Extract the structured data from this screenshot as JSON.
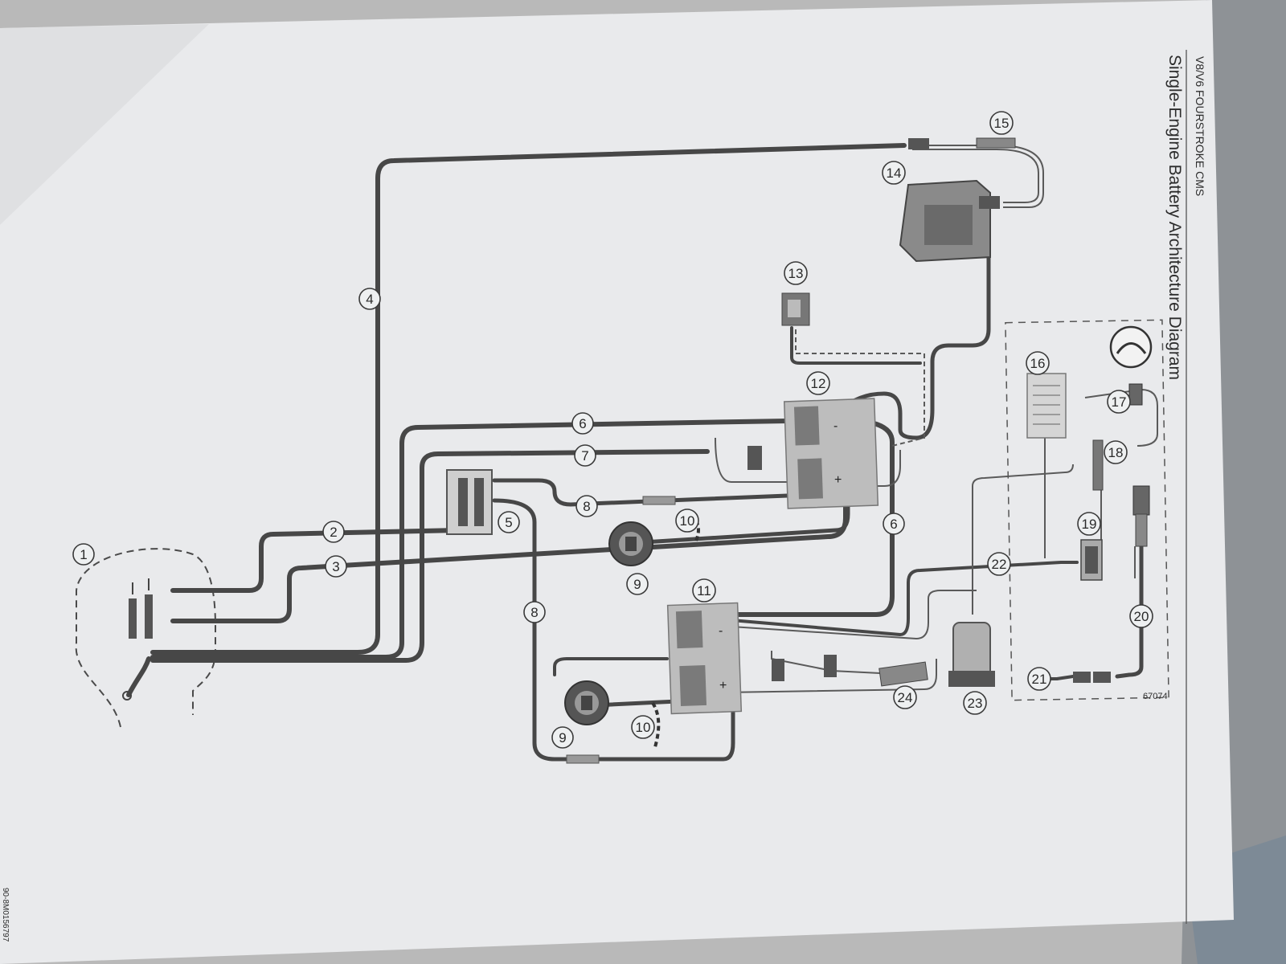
{
  "header": {
    "section": "V8/V6 FOURSTROKE CMS",
    "title": "Single-Engine Battery Architecture Diagram"
  },
  "figure_number": "67074",
  "side_label": "90-8M0156797",
  "callouts": [
    {
      "id": "c1",
      "label": "1"
    },
    {
      "id": "c2",
      "label": "2"
    },
    {
      "id": "c3",
      "label": "3"
    },
    {
      "id": "c4",
      "label": "4"
    },
    {
      "id": "c5",
      "label": "5"
    },
    {
      "id": "c6a",
      "label": "6"
    },
    {
      "id": "c6b",
      "label": "6"
    },
    {
      "id": "c7",
      "label": "7"
    },
    {
      "id": "c8a",
      "label": "8"
    },
    {
      "id": "c8b",
      "label": "8"
    },
    {
      "id": "c9a",
      "label": "9"
    },
    {
      "id": "c9b",
      "label": "9"
    },
    {
      "id": "c10a",
      "label": "10"
    },
    {
      "id": "c10b",
      "label": "10"
    },
    {
      "id": "c11",
      "label": "11"
    },
    {
      "id": "c12",
      "label": "12"
    },
    {
      "id": "c13",
      "label": "13"
    },
    {
      "id": "c14",
      "label": "14"
    },
    {
      "id": "c15",
      "label": "15"
    },
    {
      "id": "c16",
      "label": "16"
    },
    {
      "id": "c17",
      "label": "17"
    },
    {
      "id": "c18",
      "label": "18"
    },
    {
      "id": "c19",
      "label": "19"
    },
    {
      "id": "c20",
      "label": "20"
    },
    {
      "id": "c21",
      "label": "21"
    },
    {
      "id": "c22",
      "label": "22"
    },
    {
      "id": "c23",
      "label": "23"
    },
    {
      "id": "c24",
      "label": "24"
    }
  ],
  "battery_terminals": {
    "plus": "+",
    "minus": "-"
  }
}
